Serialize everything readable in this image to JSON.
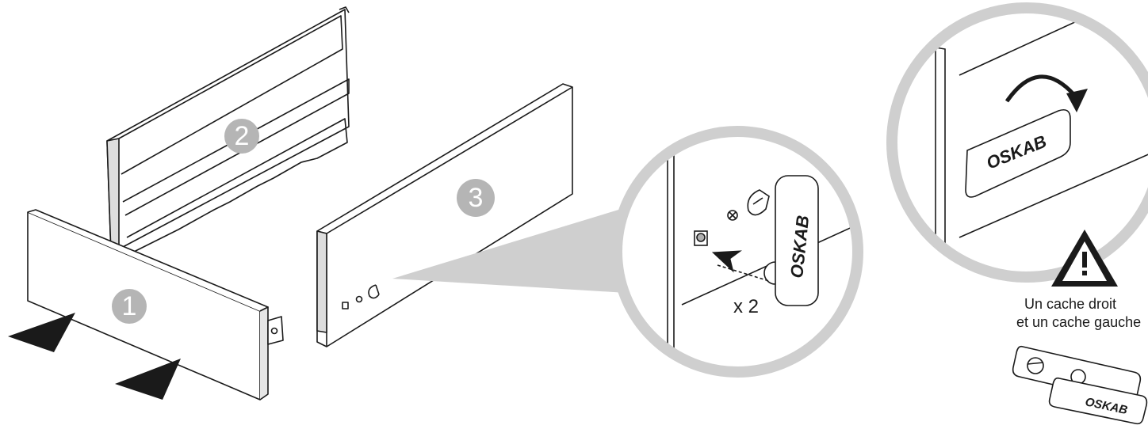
{
  "steps": [
    {
      "number": "1",
      "part": "front-panel"
    },
    {
      "number": "2",
      "part": "back-panel"
    },
    {
      "number": "3",
      "part": "side-panel"
    }
  ],
  "detail": {
    "quantity_label": "x 2",
    "brand_cap_label": "OSKAB",
    "brand_rotate_label": "OSKAB",
    "brand_pair_label": "OSKAB"
  },
  "warning": {
    "line1": "Un cache droit",
    "line2": "et un cache gauche",
    "icon": "warning-triangle-icon"
  },
  "colors": {
    "outline": "#1a1a1a",
    "badge": "#b5b5b5",
    "magnifier": "#cfcfcf",
    "arrow": "#1a1a1a"
  }
}
